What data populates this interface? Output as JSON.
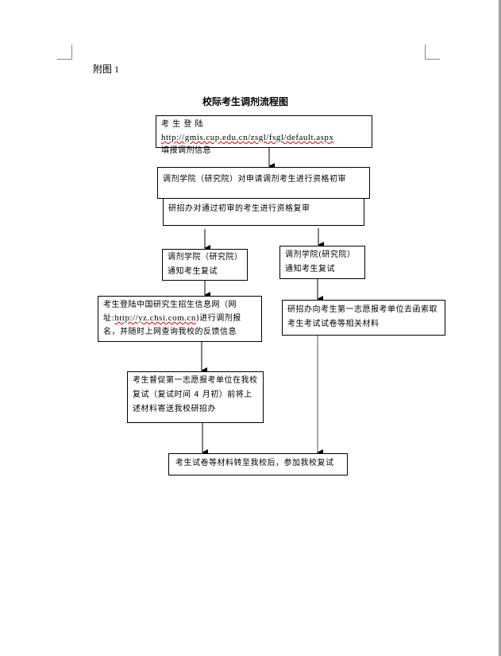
{
  "appendix_label": "附图 1",
  "title": "校际考生调剂流程图",
  "steps": {
    "login": {
      "prefix": "考 生 登 陆 ",
      "url": "http://gmis.cup.edu.cn/zsgl/fsgl/default.aspx",
      "suffix": "填报调剂信息"
    },
    "initial_review": "调剂学院（研究院）对申请调剂考生进行资格初审",
    "second_review": "研招办对通过初审的考生进行资格复审",
    "notify_left": {
      "line1": "调剂学院（研究院）",
      "line2": "通知考生复试"
    },
    "notify_right": {
      "line1": "调剂学院(研究院）",
      "line2": "通知考生复试"
    },
    "chsi": {
      "prefix": "考生登陆中国研究生招生信息网（网址:",
      "url": "http://yz.chsi.com.cn",
      "suffix": ")进行调剂报名，并随时上网查询我校的反馈信息"
    },
    "office_request": "研招办向考生第一志愿报考单位去函索取考生考试试卷等相关材料",
    "urge": "考生督促第一志愿报考单位在我校复试（复试时间 4 月初）前将上述材料寄送我校研招办",
    "final": "考生试卷等材料转至我校后，参加我校复试"
  }
}
